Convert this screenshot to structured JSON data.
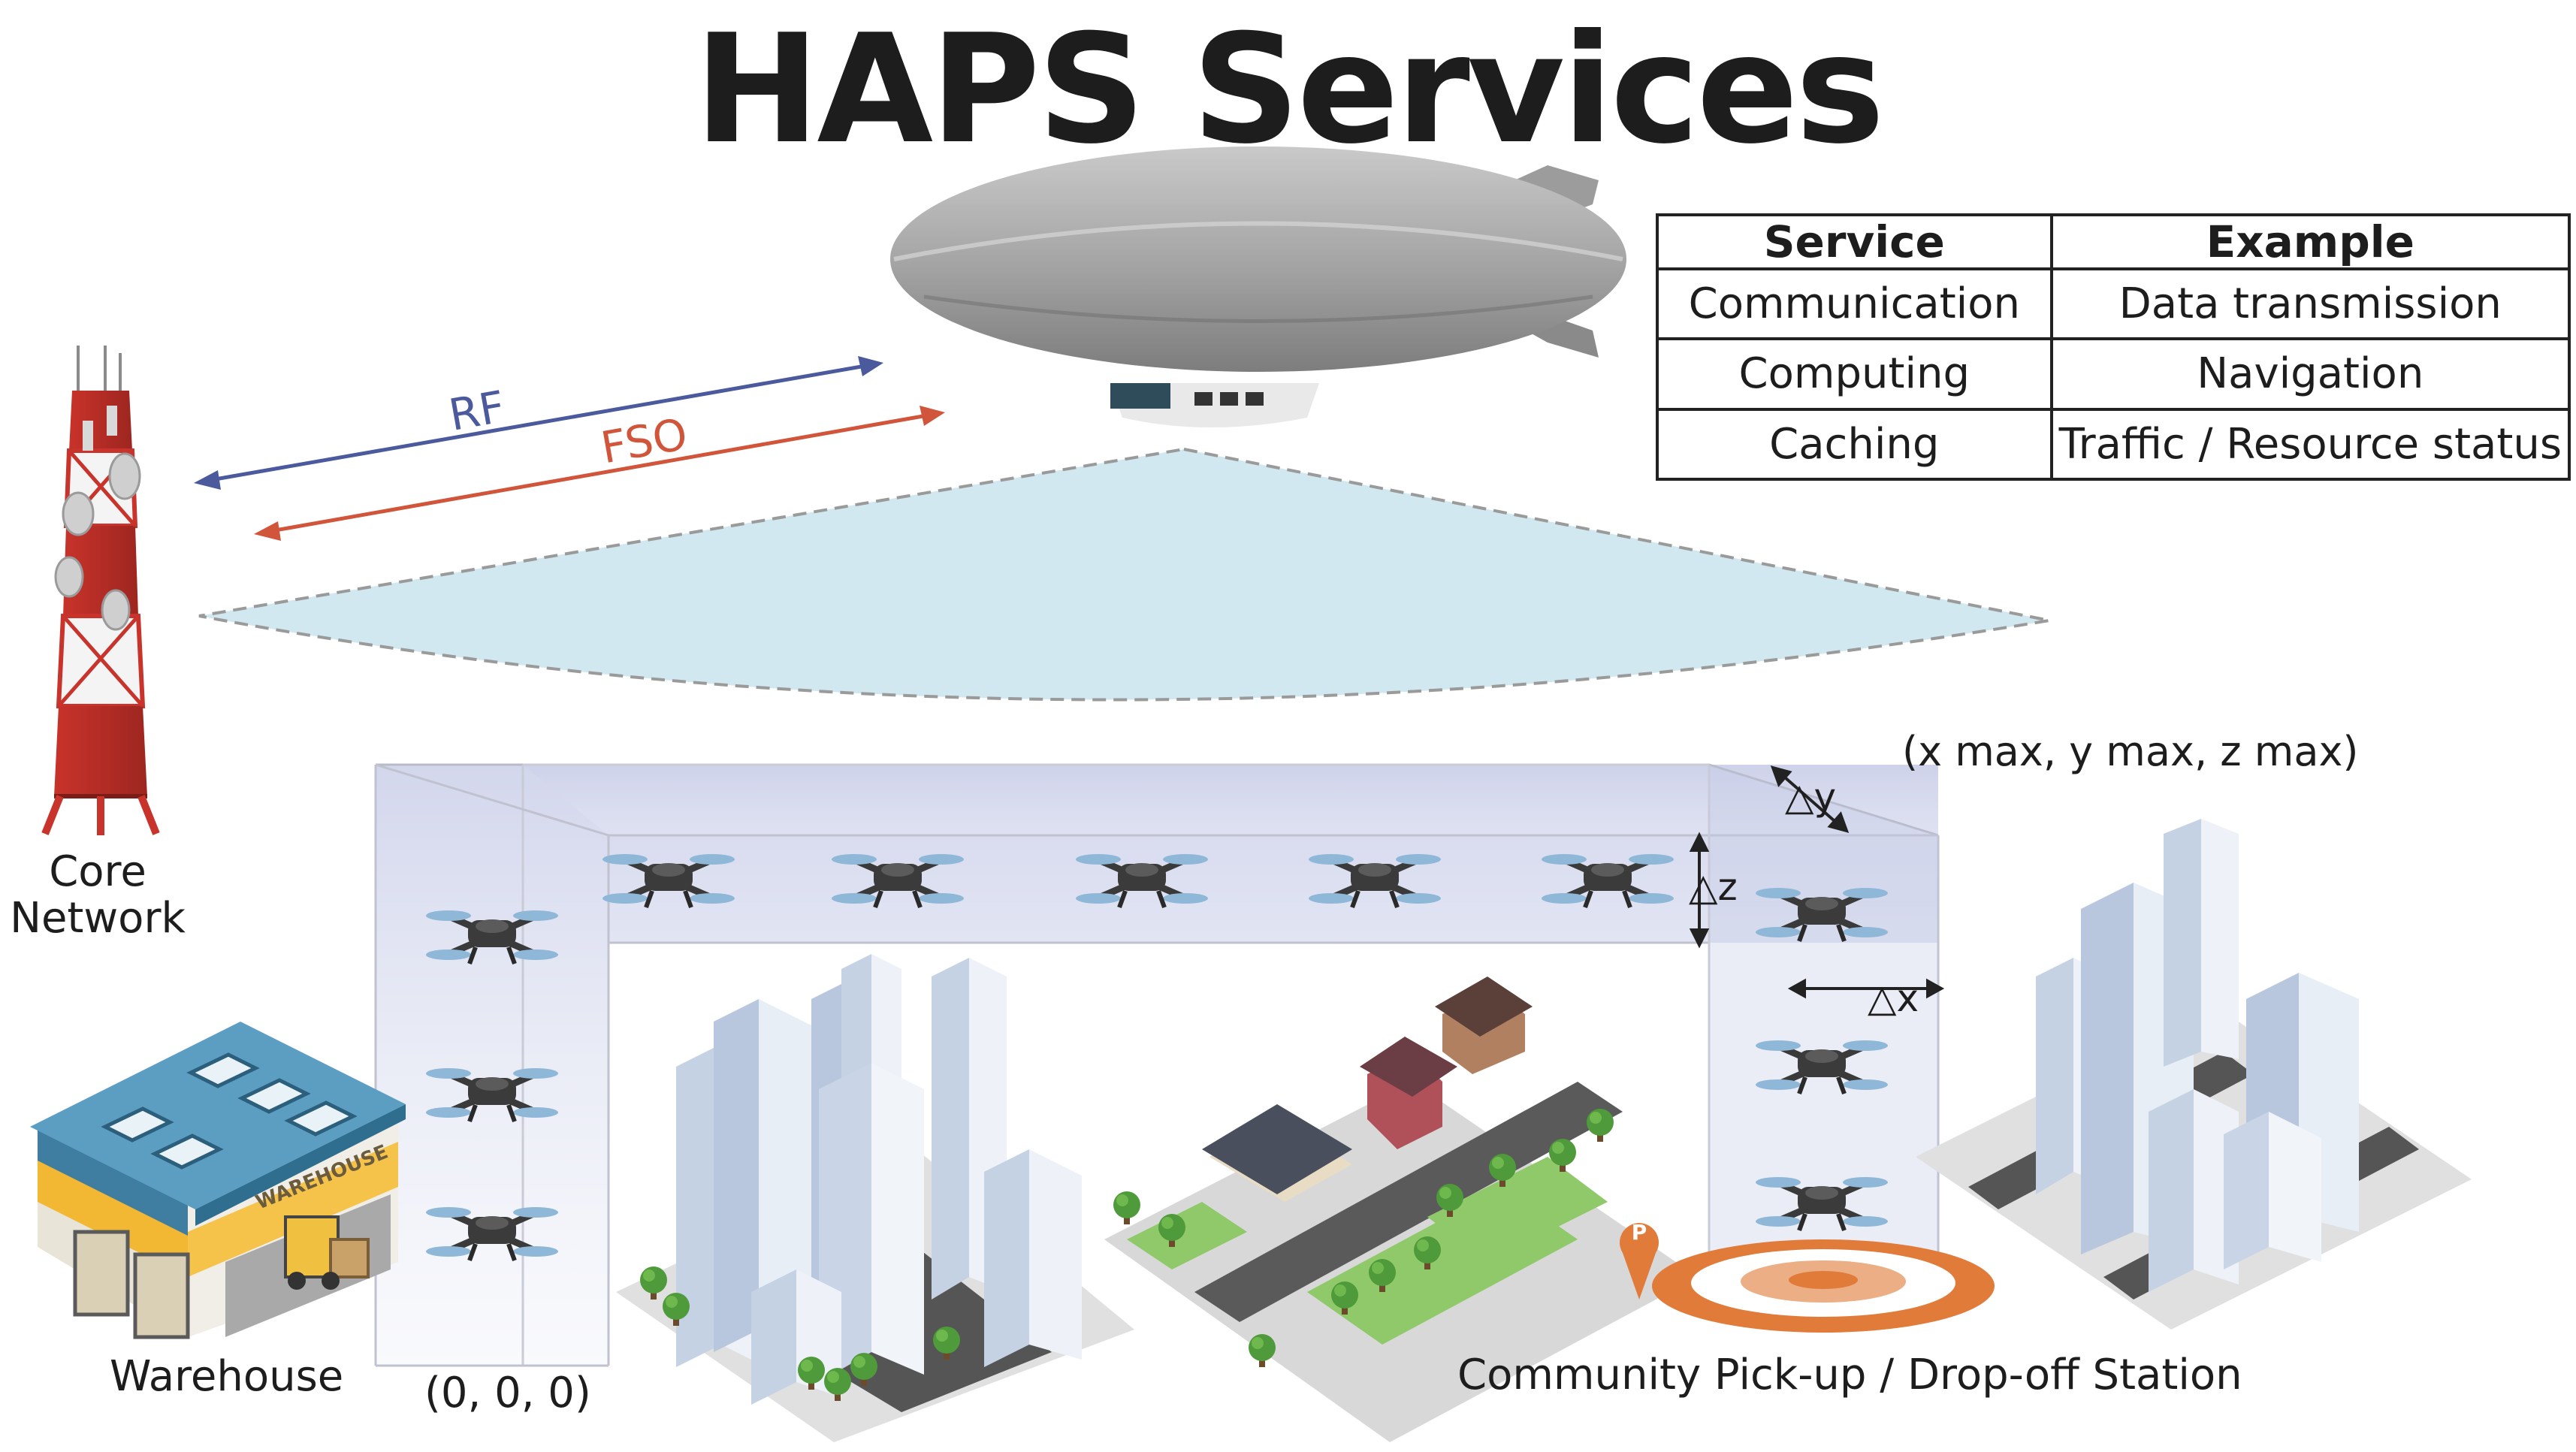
{
  "title": "HAPS Services",
  "table": {
    "headers": [
      "Service",
      "Example"
    ],
    "rows": [
      [
        "Communication",
        "Data transmission"
      ],
      [
        "Computing",
        "Navigation"
      ],
      [
        "Caching",
        "Traffic / Resource status"
      ]
    ]
  },
  "links": {
    "rf": "RF",
    "fso": "FSO",
    "rf_color": "#4a5a9c",
    "fso_color": "#d0553a"
  },
  "labels": {
    "core_line1": "Core",
    "core_line2": "Network",
    "warehouse": "Warehouse",
    "warehouse_sign": "WAREHOUSE",
    "origin": "(0, 0, 0)",
    "station": "Community Pick-up / Drop-off Station",
    "max_coord": "(x max, y max, z max)",
    "dz": "△z",
    "dy": "△y",
    "dx": "△x",
    "pin": "P"
  },
  "colors": {
    "coverage": "#d2e8f0",
    "corridor": "#c9cde6",
    "tower_red": "#c8332b",
    "pad_orange": "#e07b3a"
  },
  "icons": [
    "haps-airship-icon",
    "cell-tower-icon",
    "drone-icon",
    "warehouse-icon",
    "building-icon",
    "house-icon",
    "tree-icon",
    "landing-pad-icon",
    "location-pin-icon"
  ]
}
